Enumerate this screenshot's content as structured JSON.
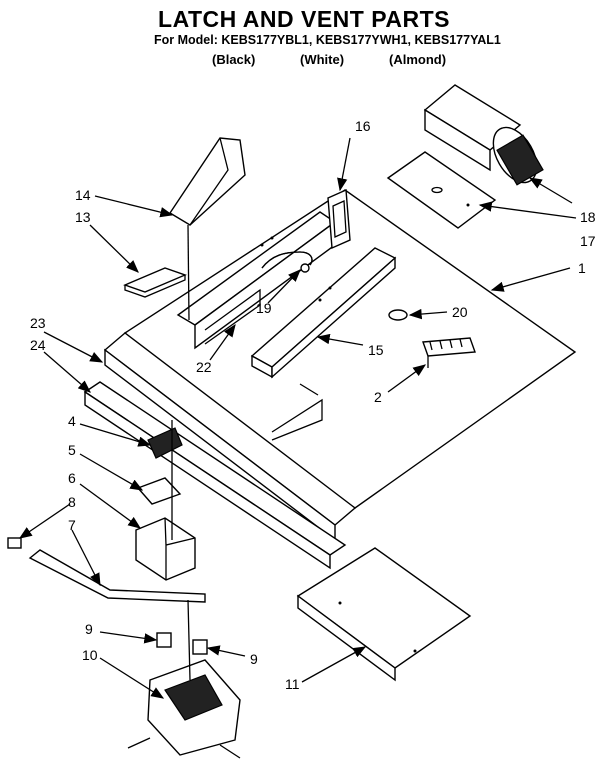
{
  "header": {
    "title": "LATCH AND VENT PARTS",
    "model_line": "For Model: KEBS177YBL1,  KEBS177YWH1,  KEBS177YAL1",
    "colors": [
      "(Black)",
      "(White)",
      "(Almond)"
    ]
  },
  "callouts": {
    "c1": "1",
    "c2": "2",
    "c4": "4",
    "c5": "5",
    "c6": "6",
    "c7": "7",
    "c8": "8",
    "c9a": "9",
    "c9b": "9",
    "c10": "10",
    "c11": "11",
    "c13": "13",
    "c14": "14",
    "c15": "15",
    "c16": "16",
    "c17": "17",
    "c18": "18",
    "c19": "19",
    "c20": "20",
    "c22": "22",
    "c23": "23",
    "c24": "24"
  }
}
